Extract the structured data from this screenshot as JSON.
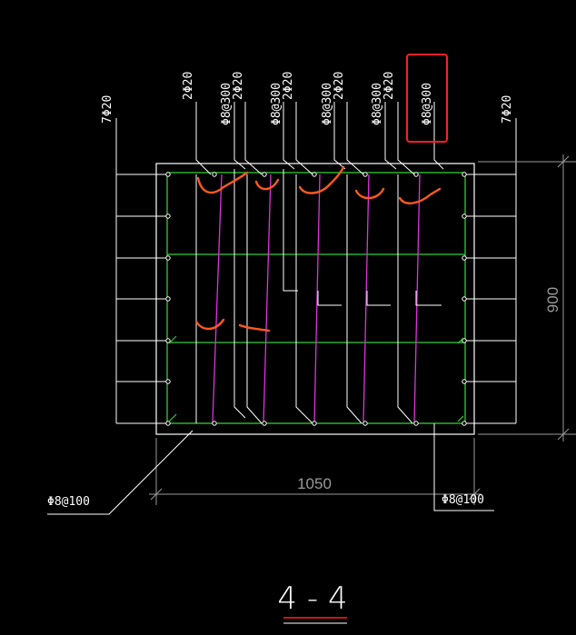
{
  "section_title": "4 - 4",
  "top_labels": {
    "left_outer": "7Φ20",
    "right_outer": "7Φ20",
    "pair_1_a": "2Φ20",
    "pair_1_b": "Φ8@300",
    "pair_2_a": "2Φ20",
    "pair_2_b": "Φ8@300",
    "pair_3_a": "2Φ20",
    "pair_3_b": "Φ8@300",
    "pair_4_a": "2Φ20",
    "pair_4_b": "Φ8@300",
    "pair_5_a": "2Φ20",
    "pair_5_b": "Φ8@300",
    "highlighted": "Φ8@300"
  },
  "bottom_labels": {
    "left_stirrup": "Φ8@100",
    "right_stirrup": "Φ8@100"
  },
  "dimensions": {
    "width": "1050",
    "height": "900"
  },
  "colors": {
    "background": "#000000",
    "lines": "#ffffff",
    "stirrup": "#33cc33",
    "tie": "#dd33dd",
    "markup": "#ff5a1f",
    "highlight_box": "#ff2020",
    "dimension": "#9a9a9a"
  }
}
